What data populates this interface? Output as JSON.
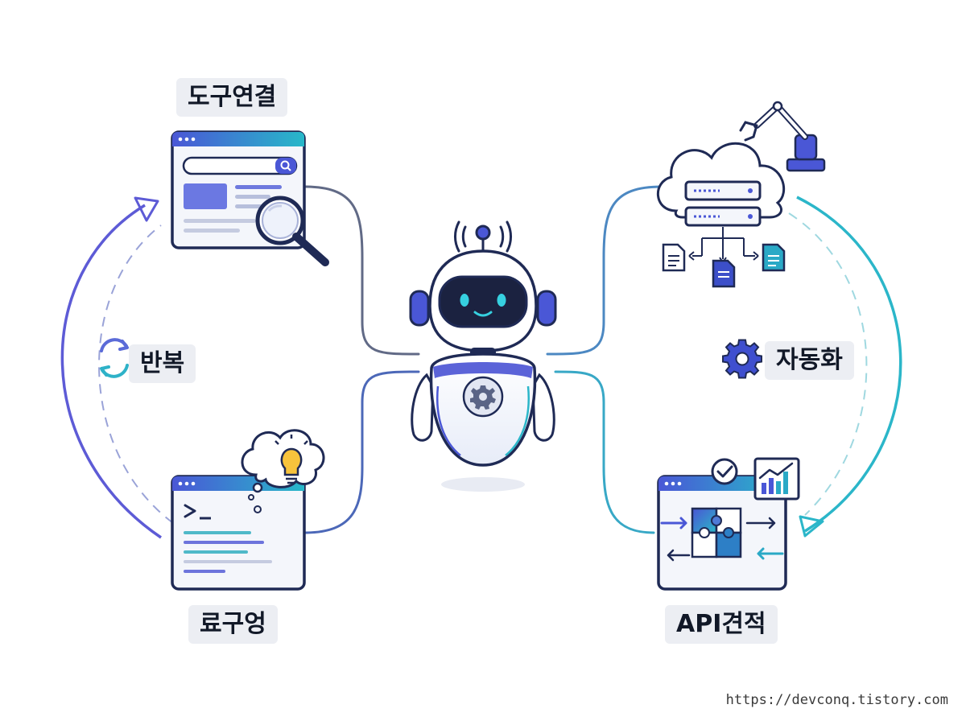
{
  "labels": {
    "tool_connect": "도구연결",
    "repeat": "반복",
    "natural_language": "료구엉",
    "automation": "자동화",
    "api_quote": "API견적"
  },
  "watermark": "https://devconq.tistory.com",
  "colors": {
    "navy": "#1f2a55",
    "indigo": "#4f5bd5",
    "violet": "#6b62d8",
    "teal": "#22b6c9",
    "light_bg": "#eef2fb",
    "label_bg": "#eceef3"
  }
}
